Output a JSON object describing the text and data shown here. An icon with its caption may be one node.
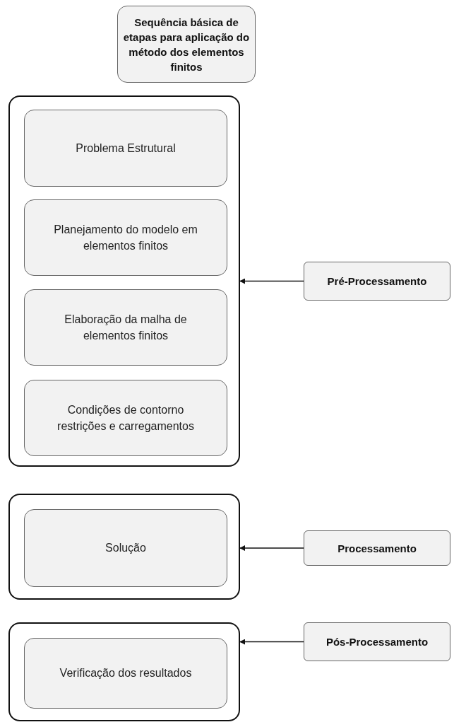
{
  "diagram": {
    "nodes": [
      {
        "text": [
          "Sequência básica de etapas para aplicação do método dos elementos finitos"
        ]
      },
      {
        "text": [],
        "shape": "box"
      },
      {
        "text": [
          "Problema Estrutural"
        ],
        "in": 1
      },
      {
        "text": [
          "Planejamento do modelo em elementos finitos"
        ],
        "in": 1
      },
      {
        "text": [
          "Elaboração da malha de elementos finitos"
        ],
        "in": 1
      },
      {
        "text": [
          "Condições de contorno restrições e carregamentos"
        ],
        "in": 1
      },
      {
        "text": [],
        "shape": "box"
      },
      {
        "text": [
          "Solução"
        ],
        "in": 6
      },
      {
        "text": [],
        "shape": "box"
      },
      {
        "text": [
          "Verificação dos resultados"
        ],
        "in": 8
      },
      {
        "text": [
          "Pré-Processamento"
        ]
      },
      {
        "text": [
          "Processamento"
        ]
      },
      {
        "text": [
          "Pós-Processamento"
        ]
      }
    ],
    "edges": [
      {
        "from": 10,
        "to": 1,
        "arrow": "to"
      },
      {
        "from": 11,
        "to": 6,
        "arrow": "to"
      },
      {
        "from": 12,
        "to": 8,
        "arrow": "to"
      }
    ]
  }
}
